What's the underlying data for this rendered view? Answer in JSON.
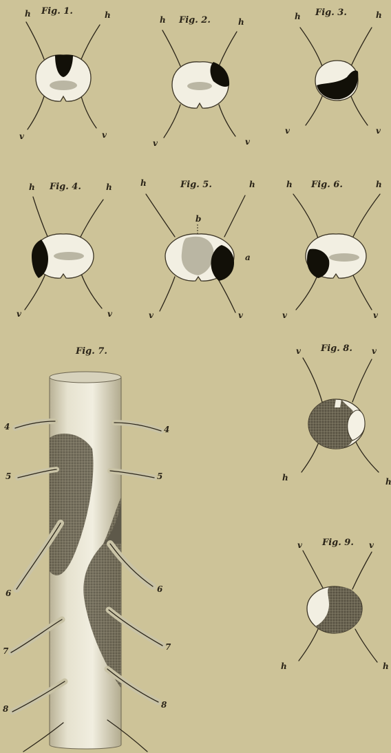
{
  "figures": [
    {
      "id": "fig1",
      "caption": "Fig. 1.",
      "top_left": "h",
      "top_right": "h",
      "bottom_left": "v",
      "bottom_right": "v"
    },
    {
      "id": "fig2",
      "caption": "Fig. 2.",
      "top_left": "h",
      "top_right": "h",
      "bottom_left": "v",
      "bottom_right": "v"
    },
    {
      "id": "fig3",
      "caption": "Fig. 3.",
      "top_left": "h",
      "top_right": "h",
      "bottom_left": "v",
      "bottom_right": "v"
    },
    {
      "id": "fig4",
      "caption": "Fig. 4.",
      "top_left": "h",
      "top_right": "h",
      "bottom_left": "v",
      "bottom_right": "v"
    },
    {
      "id": "fig5",
      "caption": "Fig. 5.",
      "top_left": "h",
      "top_right": "h",
      "bottom_left": "v",
      "bottom_right": "v",
      "mark_b": "b",
      "mark_a": "a"
    },
    {
      "id": "fig6",
      "caption": "Fig. 6.",
      "top_left": "h",
      "top_right": "h",
      "bottom_left": "v",
      "bottom_right": "v"
    },
    {
      "id": "fig7",
      "caption": "Fig. 7.",
      "roots": [
        "4",
        "4",
        "5",
        "5",
        "6",
        "6",
        "7",
        "7",
        "8",
        "8"
      ]
    },
    {
      "id": "fig8",
      "caption": "Fig. 8.",
      "top_left": "v",
      "top_right": "v",
      "bottom_left": "h",
      "bottom_right": "h"
    },
    {
      "id": "fig9",
      "caption": "Fig. 9.",
      "top_left": "v",
      "top_right": "v",
      "bottom_left": "h",
      "bottom_right": "h"
    }
  ]
}
